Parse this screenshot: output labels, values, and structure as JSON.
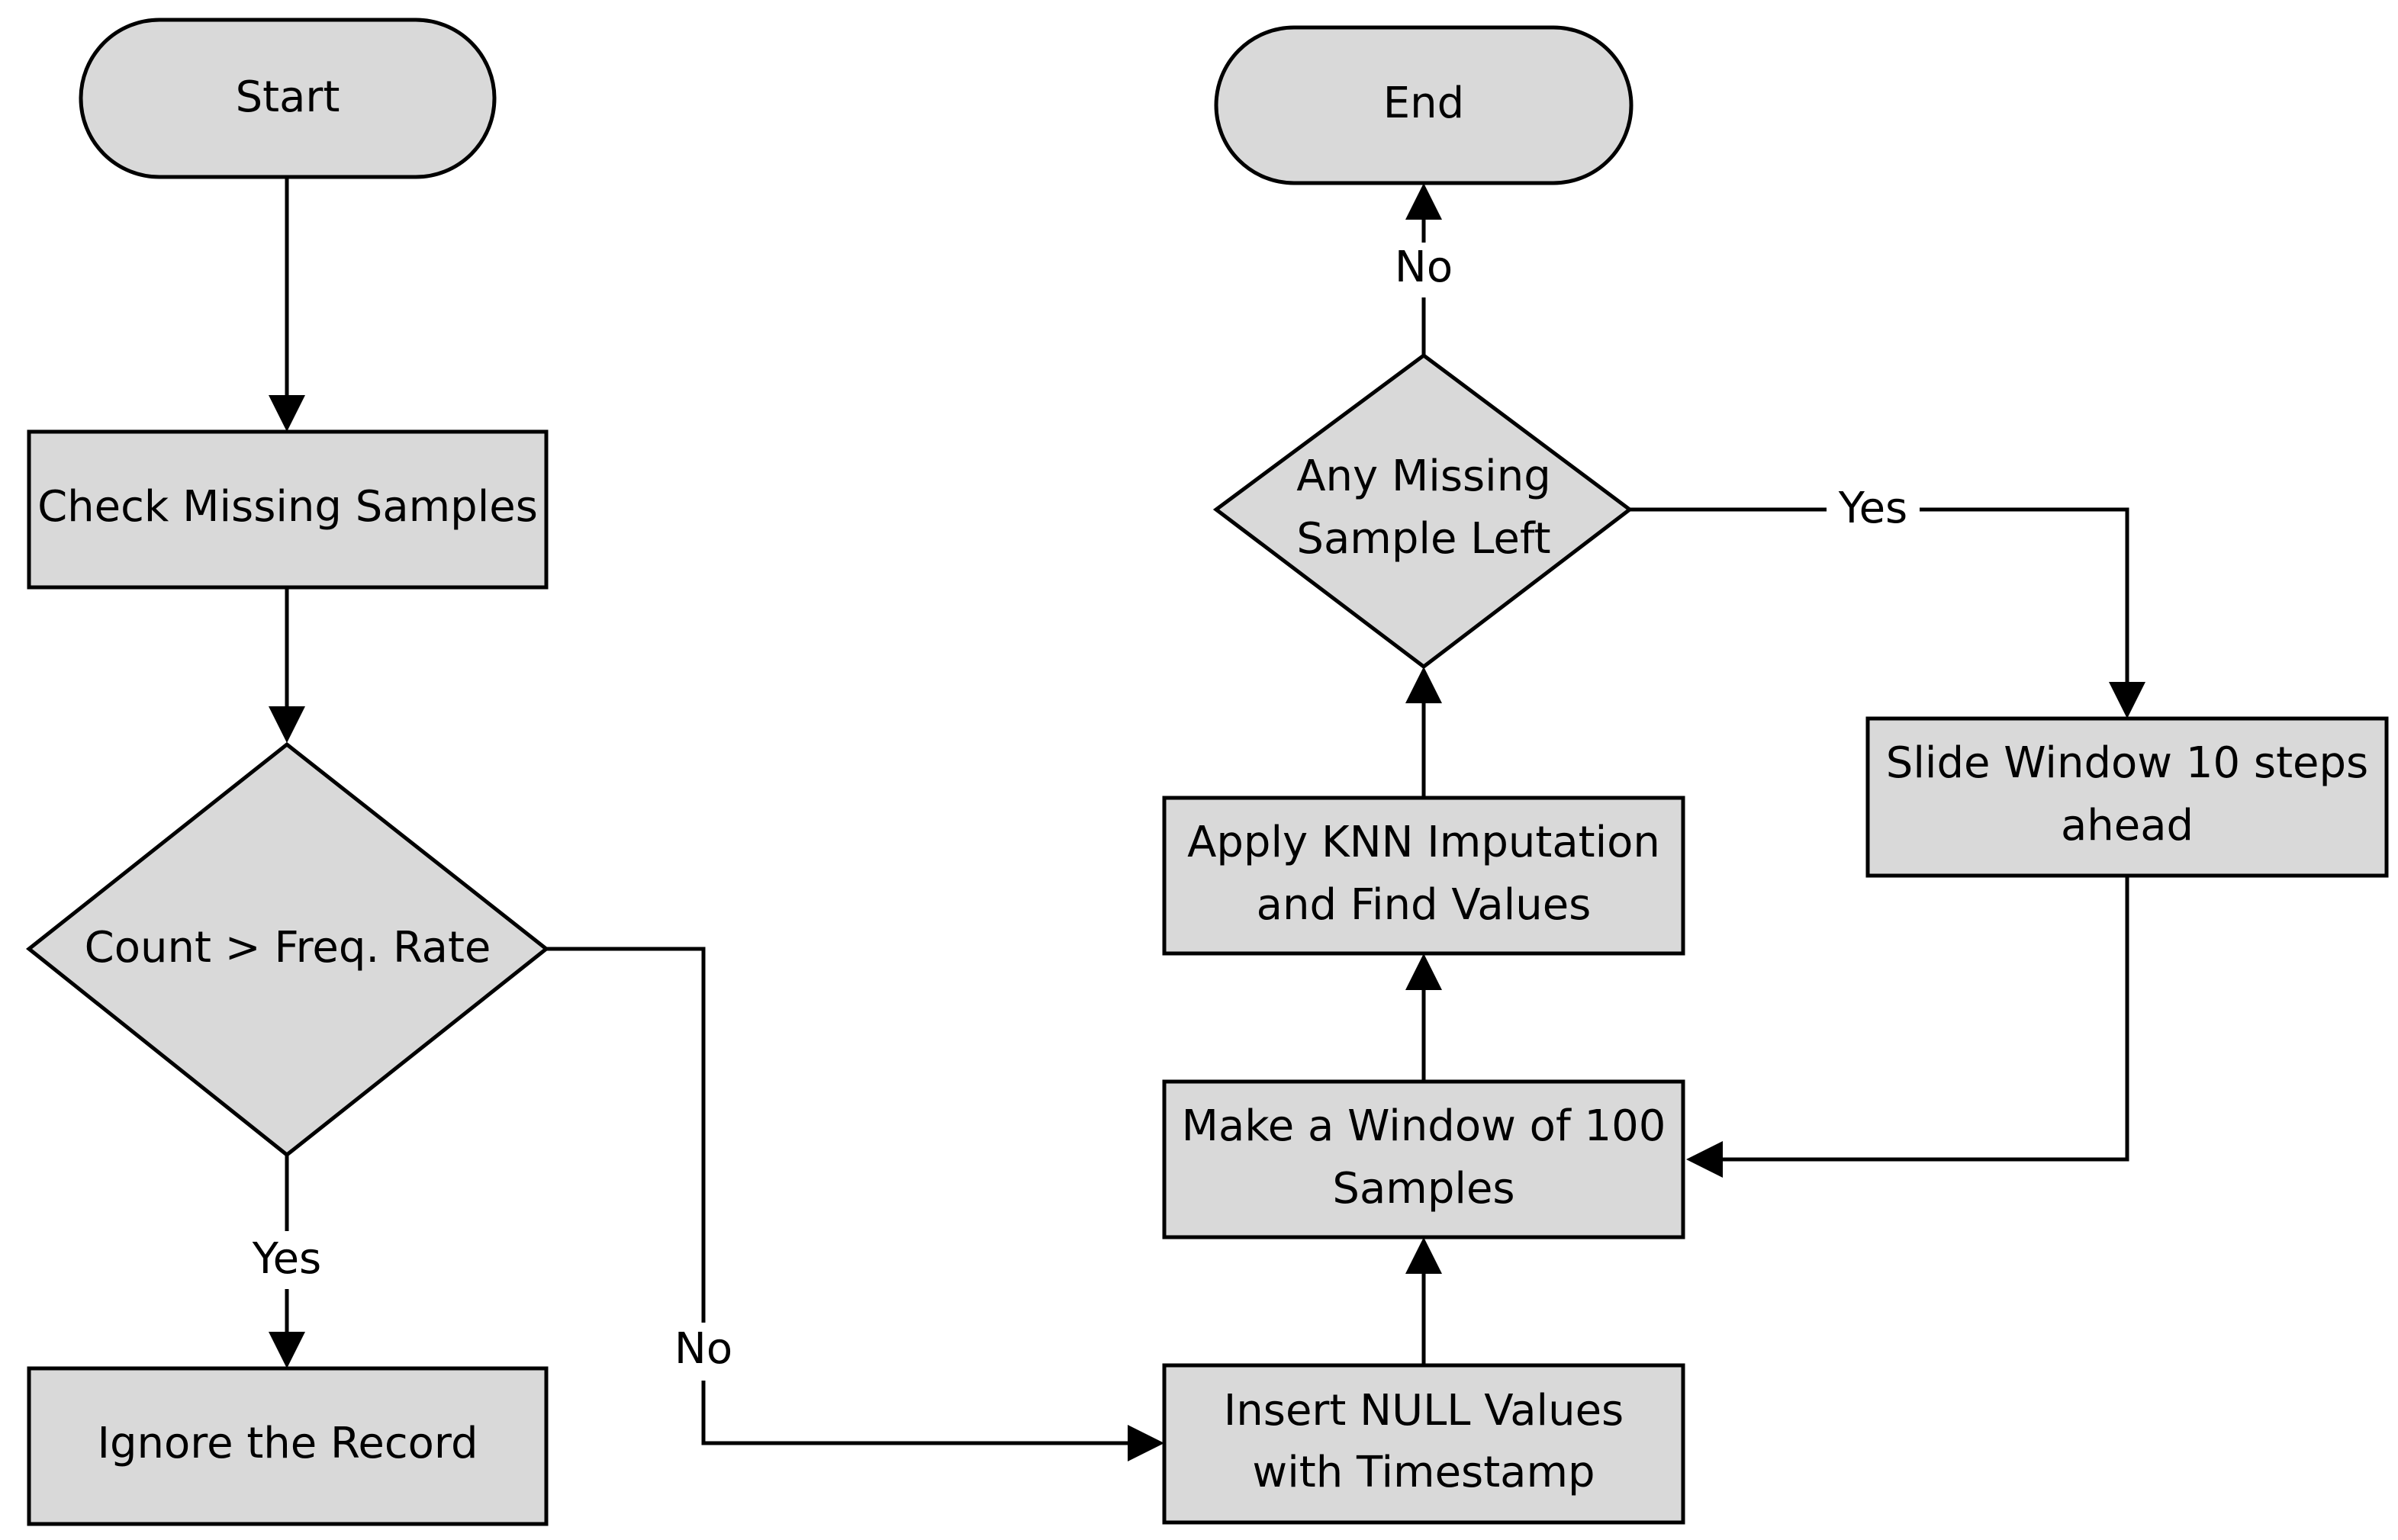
{
  "colors": {
    "node_fill": "#d9d9d9",
    "stroke": "#000000",
    "background": "#ffffff"
  },
  "nodes": {
    "start": {
      "text": "Start"
    },
    "check_missing": {
      "text": "Check Missing Samples"
    },
    "count_decision": {
      "text": "Count > Freq. Rate"
    },
    "ignore_record": {
      "text": "Ignore the Record"
    },
    "insert_null": {
      "line1": "Insert NULL Values",
      "line2": "with Timestamp"
    },
    "make_window": {
      "line1": "Make a Window of 100",
      "line2": "Samples"
    },
    "apply_knn": {
      "line1": "Apply KNN Imputation",
      "line2": "and Find Values"
    },
    "any_missing": {
      "line1": "Any Missing",
      "line2": "Sample Left"
    },
    "slide_window": {
      "line1": "Slide Window 10 steps",
      "line2": "ahead"
    },
    "end": {
      "text": "End"
    }
  },
  "edge_labels": {
    "count_yes": "Yes",
    "count_no": "No",
    "missing_yes": "Yes",
    "missing_no": "No"
  }
}
